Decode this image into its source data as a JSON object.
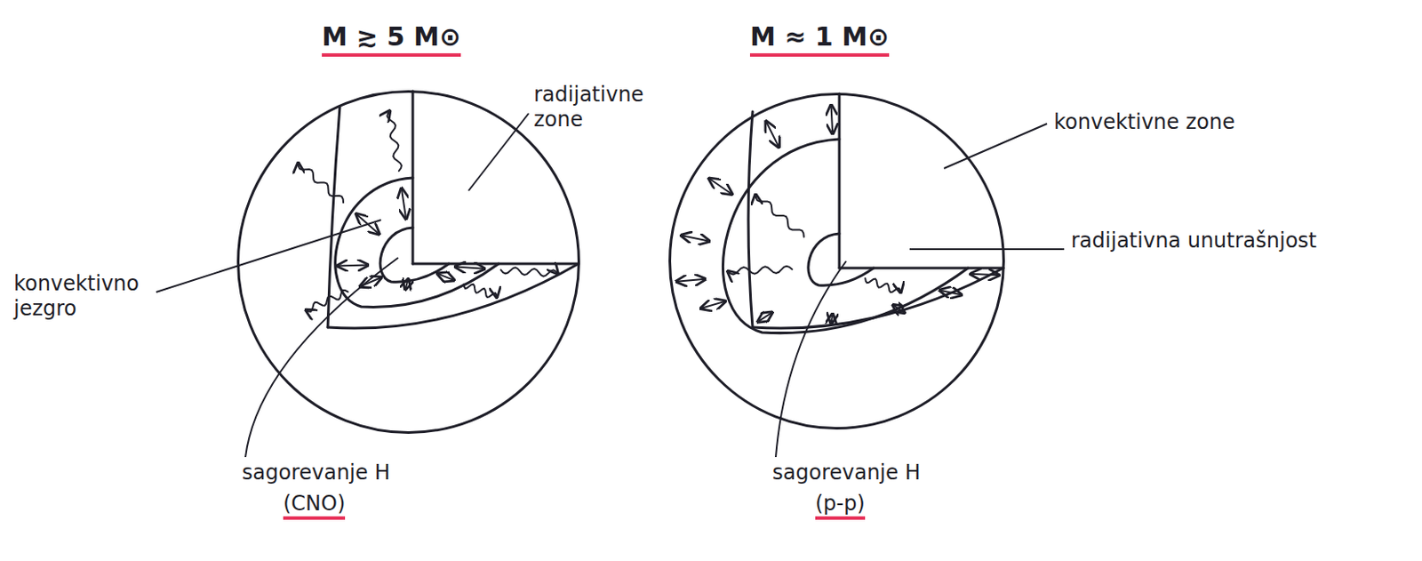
{
  "diagram": {
    "nodes": [
      {
        "text": [
          "M ≳ 5 M⊙"
        ]
      },
      {
        "text": [
          "M ≈ 1 M⊙"
        ]
      }
    ],
    "labels": [
      "radijativne zone",
      "konvektivno jezgro",
      "sagorevanje H",
      "(CNO)",
      "konvektivne zone",
      "radijativna unutrašnjost",
      "sagorevanje H",
      "(p-p)"
    ]
  }
}
